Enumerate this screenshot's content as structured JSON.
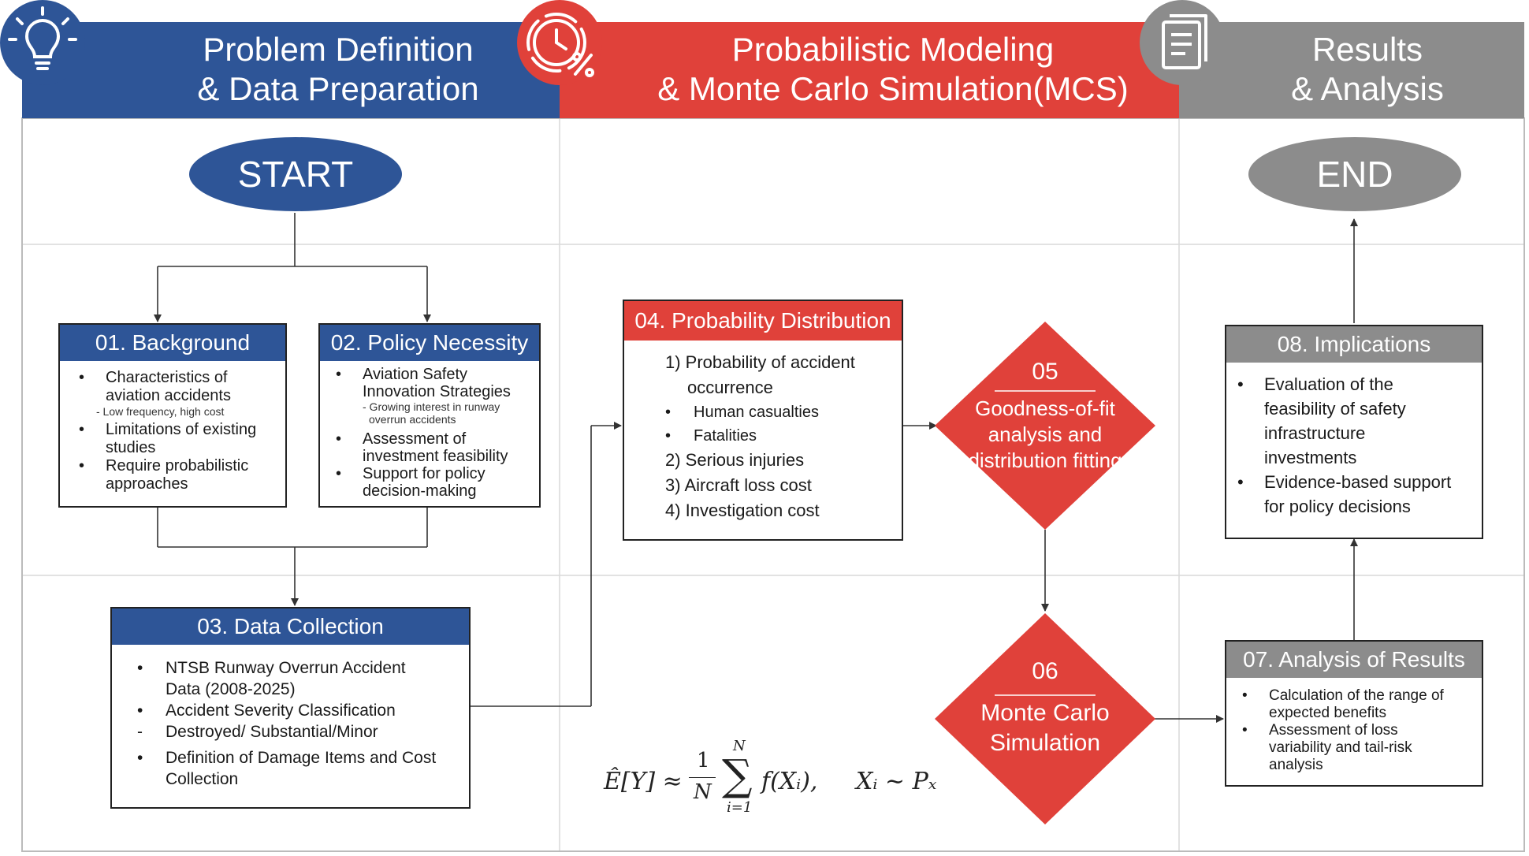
{
  "header": {
    "section1": {
      "line1": "Problem Definition",
      "line2": "& Data Preparation",
      "icon": "lightbulb-icon"
    },
    "section2": {
      "line1": "Probabilistic Modeling",
      "line2": "& Monte Carlo Simulation(MCS)",
      "icon": "stopwatch-percent-icon"
    },
    "section3": {
      "line1": "Results",
      "line2": "& Analysis",
      "icon": "documents-icon"
    }
  },
  "start_label": "START",
  "end_label": "END",
  "box01": {
    "title": "01. Background",
    "bullet": "•",
    "items": [
      "Characteristics of",
      "aviation accidents",
      "Limitations of existing",
      "studies",
      "Require probabilistic",
      "approaches"
    ],
    "note": "- Low frequency, high cost"
  },
  "box02": {
    "title": "02. Policy Necessity",
    "bullet": "•",
    "items": [
      "Aviation Safety",
      "Innovation Strategies",
      "Assessment of",
      "investment feasibility",
      "Support for policy",
      "decision-making"
    ],
    "notes": [
      "- Growing interest in runway",
      "overrun accidents"
    ]
  },
  "box03": {
    "title": "03. Data Collection",
    "bullet": "•",
    "dash": "-",
    "items": [
      "NTSB Runway Overrun Accident",
      "Data (2008-2025)",
      "Accident Severity Classification",
      "Destroyed/ Substantial/Minor",
      "Definition of Damage Items and Cost",
      "Collection"
    ]
  },
  "box04": {
    "title": "04. Probability Distribution",
    "bullet": "•",
    "items": [
      "1) Probability of accident",
      "occurrence",
      "Human casualties",
      "Fatalities",
      "2) Serious injuries",
      "3) Aircraft loss cost",
      "4) Investigation cost"
    ]
  },
  "d05": {
    "number": "05",
    "lines": [
      "Goodness-of-fit",
      "analysis and",
      "distribution fitting"
    ]
  },
  "d06": {
    "number": "06",
    "lines": [
      "Monte Carlo",
      "Simulation"
    ]
  },
  "box07": {
    "title": "07. Analysis of Results",
    "bullet": "•",
    "items": [
      "Calculation of the range of",
      "expected benefits",
      "Assessment of loss",
      "variability and tail-risk",
      "analysis"
    ]
  },
  "box08": {
    "title": "08. Implications",
    "bullet": "•",
    "items": [
      "Evaluation of the",
      "feasibility of safety",
      "infrastructure",
      "investments",
      "Evidence-based support",
      "for policy decisions"
    ]
  },
  "formula": {
    "lhs": "Ê[Y] ≈",
    "frac_num": "1",
    "frac_den": "N",
    "sum": "∑",
    "sum_top": "N",
    "sum_bottom": "i=1",
    "term": "f(Xᵢ),",
    "dist": "Xᵢ ∼ Pₓ"
  },
  "colors": {
    "blue": "#2e5597",
    "red": "#e0413a",
    "gray": "#8c8c8c"
  }
}
